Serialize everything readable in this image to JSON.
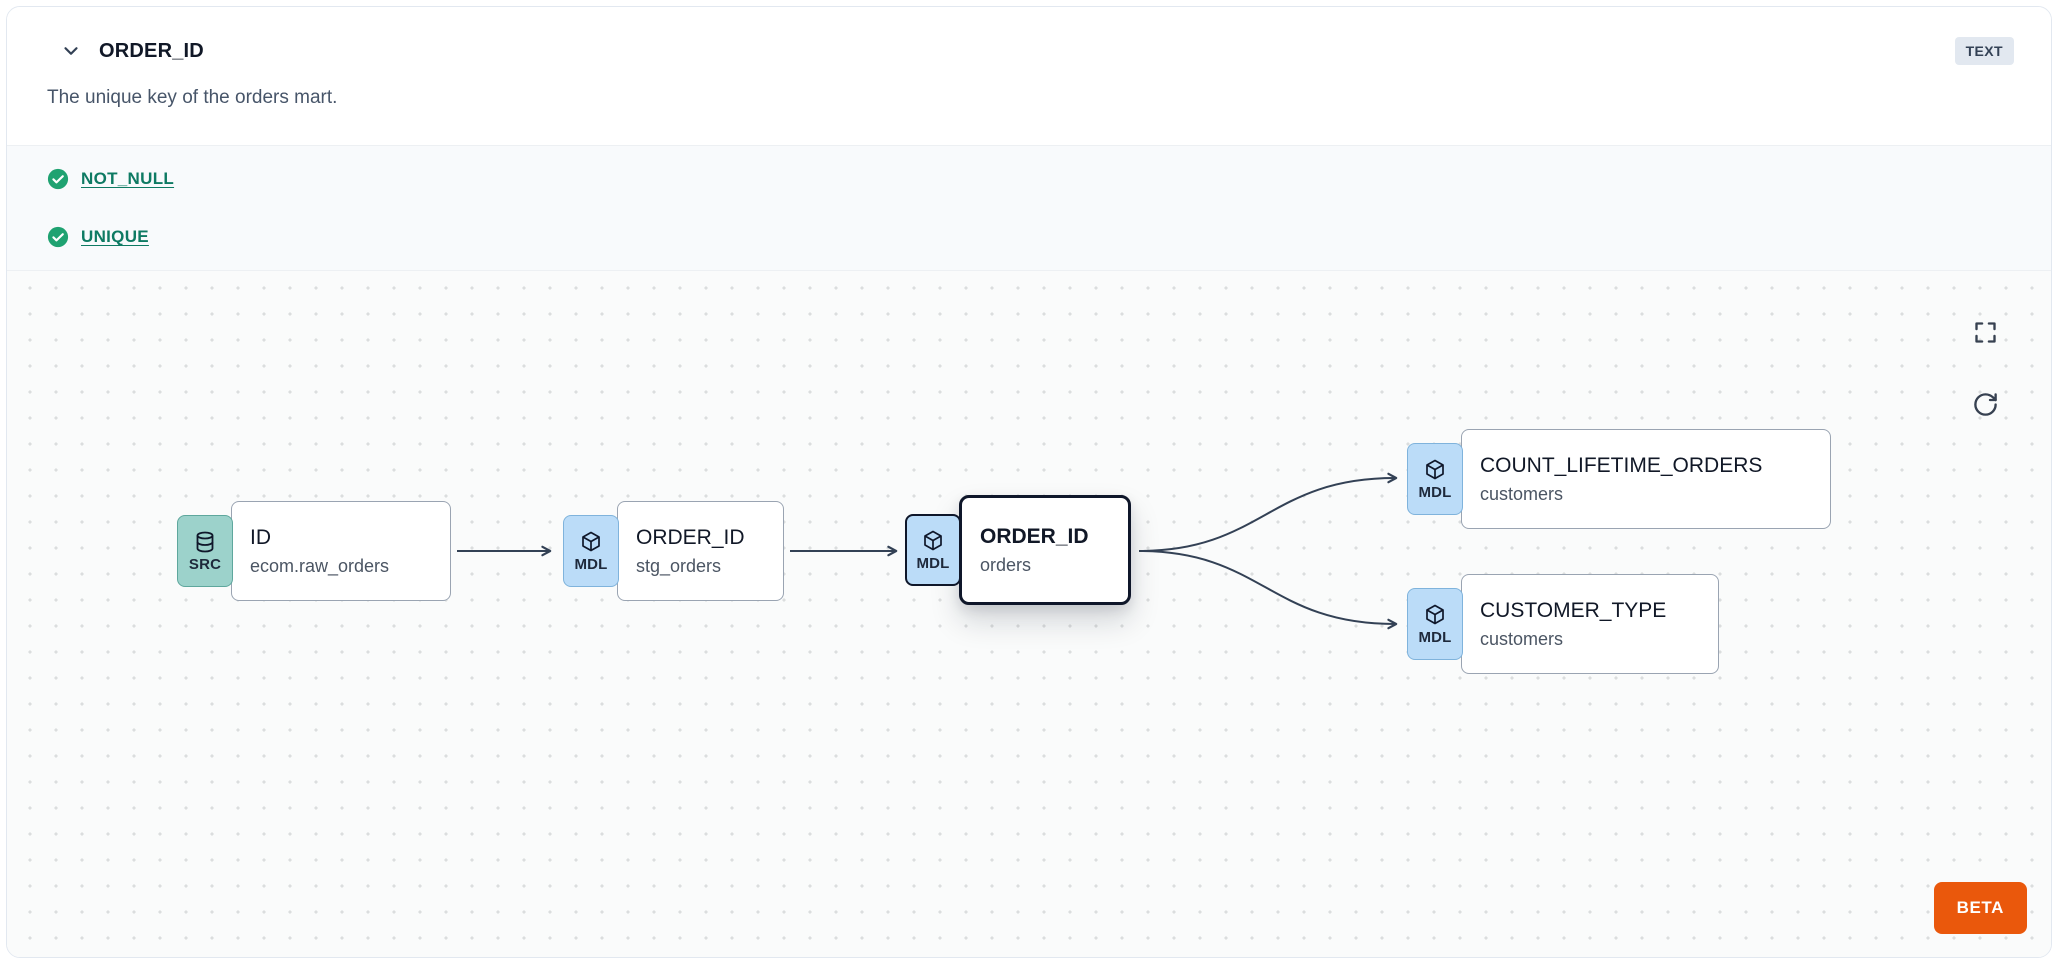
{
  "header": {
    "title": "ORDER_ID",
    "type_badge": "TEXT",
    "description": "The unique key of the orders mart."
  },
  "tests": {
    "items": [
      {
        "label": "NOT_NULL",
        "status": "pass"
      },
      {
        "label": "UNIQUE",
        "status": "pass"
      }
    ]
  },
  "lineage": {
    "nodes": [
      {
        "badge": "SRC",
        "title": "ID",
        "subtitle": "ecom.raw_orders",
        "type": "source",
        "selected": false
      },
      {
        "badge": "MDL",
        "title": "ORDER_ID",
        "subtitle": "stg_orders",
        "type": "model",
        "selected": false
      },
      {
        "badge": "MDL",
        "title": "ORDER_ID",
        "subtitle": "orders",
        "type": "model",
        "selected": true
      },
      {
        "badge": "MDL",
        "title": "COUNT_LIFETIME_ORDERS",
        "subtitle": "customers",
        "type": "model",
        "selected": false
      },
      {
        "badge": "MDL",
        "title": "CUSTOMER_TYPE",
        "subtitle": "customers",
        "type": "model",
        "selected": false
      }
    ],
    "edges": [
      {
        "from": "ID (ecom.raw_orders)",
        "to": "ORDER_ID (stg_orders)"
      },
      {
        "from": "ORDER_ID (stg_orders)",
        "to": "ORDER_ID (orders)"
      },
      {
        "from": "ORDER_ID (orders)",
        "to": "COUNT_LIFETIME_ORDERS (customers)"
      },
      {
        "from": "ORDER_ID (orders)",
        "to": "CUSTOMER_TYPE (customers)"
      }
    ],
    "beta_label": "BETA"
  },
  "colors": {
    "source_badge_bg": "#9CD2CB",
    "model_badge_bg": "#BBDCF8",
    "selected_border": "#0F172A",
    "edge": "#334155",
    "test_link": "#0E7A63",
    "check_green": "#1FA271",
    "beta_orange": "#EA580C",
    "type_badge_bg": "#E2E8F0"
  }
}
